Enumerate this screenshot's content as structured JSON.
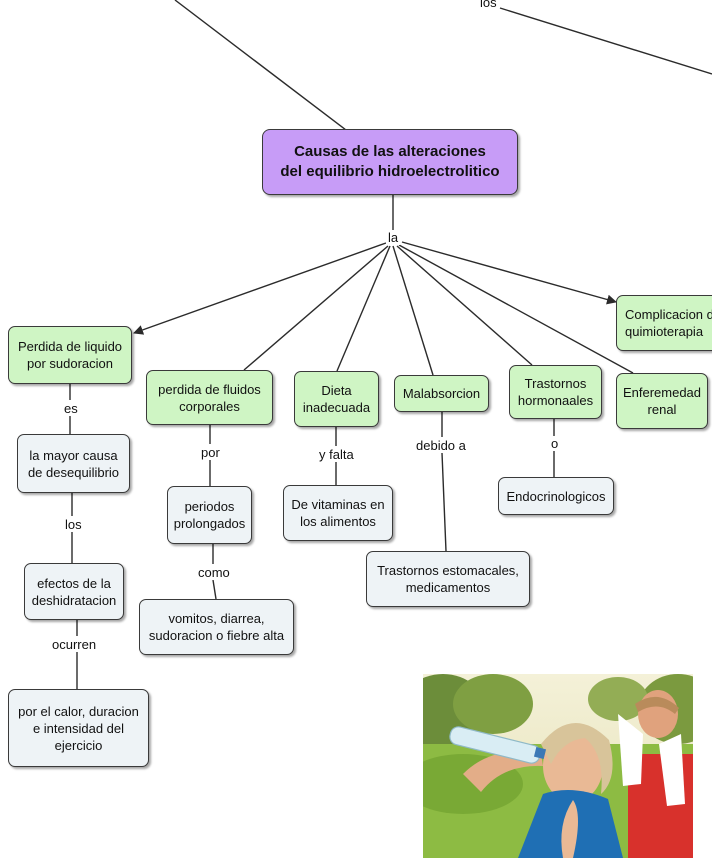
{
  "nodes": {
    "central": "Causas de las alteraciones\ndel equilibrio hidroelectrolitico",
    "sudoracion": "Perdida de liquido\npor sudoracion",
    "fluidos": "perdida de fluidos\ncorporales",
    "dieta": "Dieta\ninadecuada",
    "malabsorcion": "Malabsorcion",
    "trastornos_hormonales": "Trastornos\nhormonaales",
    "renal": "Enferemedad\nrenal",
    "quimio": "Complicacion d\nquimioterapia",
    "mayor_causa": "la mayor causa\nde desequilibrio",
    "efectos": "efectos de la\ndeshidratacion",
    "calor": "por el calor, duracion\ne intensidad del\nejercicio",
    "periodos": "periodos\nprolongados",
    "vomitos": "vomitos, diarrea,\nsudoracion o fiebre alta",
    "vitaminas": "De vitaminas en\nlos alimentos",
    "estomacales": "Trastornos estomacales,\nmedicamentos",
    "endocrinologicos": "Endocrinologicos"
  },
  "labels": {
    "los_top": "los",
    "la": "la",
    "es": "es",
    "los": "los",
    "ocurren": "ocurren",
    "por": "por",
    "como": "como",
    "y_falta": "y falta",
    "debido_a": "debido a",
    "o": "o"
  },
  "colors": {
    "central_fill": "#c79cf7",
    "cause_fill": "#cff5c4",
    "detail_fill": "#eef3f6",
    "line": "#2b2b2b"
  },
  "photo": {
    "subject": "woman-drinking-water-photo"
  }
}
